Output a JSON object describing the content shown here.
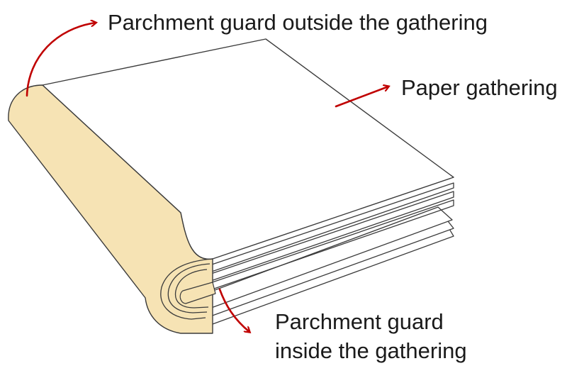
{
  "labels": {
    "guard_outside": "Parchment guard outside the gathering",
    "paper_gathering": "Paper gathering",
    "guard_inside_line1": "Parchment guard",
    "guard_inside_line2": "inside the gathering"
  },
  "colors": {
    "parchment": "#f6e3b4",
    "paper": "#ffffff",
    "outline": "#3b3b3b",
    "arrow": "#c00000",
    "text": "#1a1a1a"
  }
}
